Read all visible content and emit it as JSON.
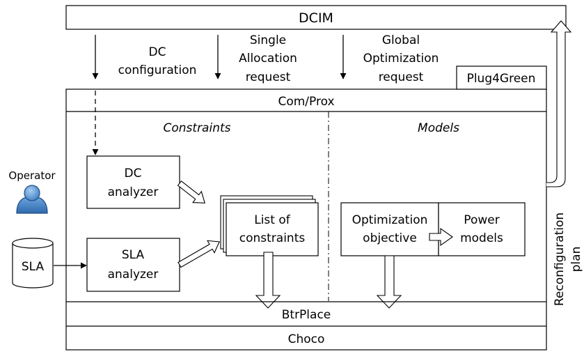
{
  "top_bar": {
    "label": "DCIM"
  },
  "requests": {
    "dc_configuration": [
      "DC",
      "configuration"
    ],
    "single_allocation": [
      "Single",
      "Allocation",
      "request"
    ],
    "global_optimization": [
      "Global",
      "Optimization",
      "request"
    ]
  },
  "plugin_badge": {
    "label": "Plug4Green"
  },
  "comprox_bar": {
    "label": "Com/Prox"
  },
  "sections": {
    "constraints": "Constraints",
    "models": "Models"
  },
  "operator": {
    "label": "Operator",
    "icon": "operator-user-icon"
  },
  "sla_store": {
    "label": "SLA",
    "icon": "database-cylinder-icon"
  },
  "dc_analyzer": {
    "lines": [
      "DC",
      "analyzer"
    ]
  },
  "sla_analyzer": {
    "lines": [
      "SLA",
      "analyzer"
    ]
  },
  "constraints_list": {
    "lines": [
      "List of",
      "constraints"
    ]
  },
  "optimization_objective": {
    "lines": [
      "Optimization",
      "objective"
    ]
  },
  "power_models": {
    "lines": [
      "Power",
      "models"
    ]
  },
  "btrplace_bar": {
    "label": "BtrPlace"
  },
  "choco_bar": {
    "label": "Choco"
  },
  "reconfiguration": {
    "lines": [
      "Reconfiguration",
      "plan"
    ]
  },
  "colors": {
    "stroke": "#000000",
    "background": "#ffffff",
    "operator_body": "#3f7fc4",
    "operator_outline": "#1f4e86"
  }
}
